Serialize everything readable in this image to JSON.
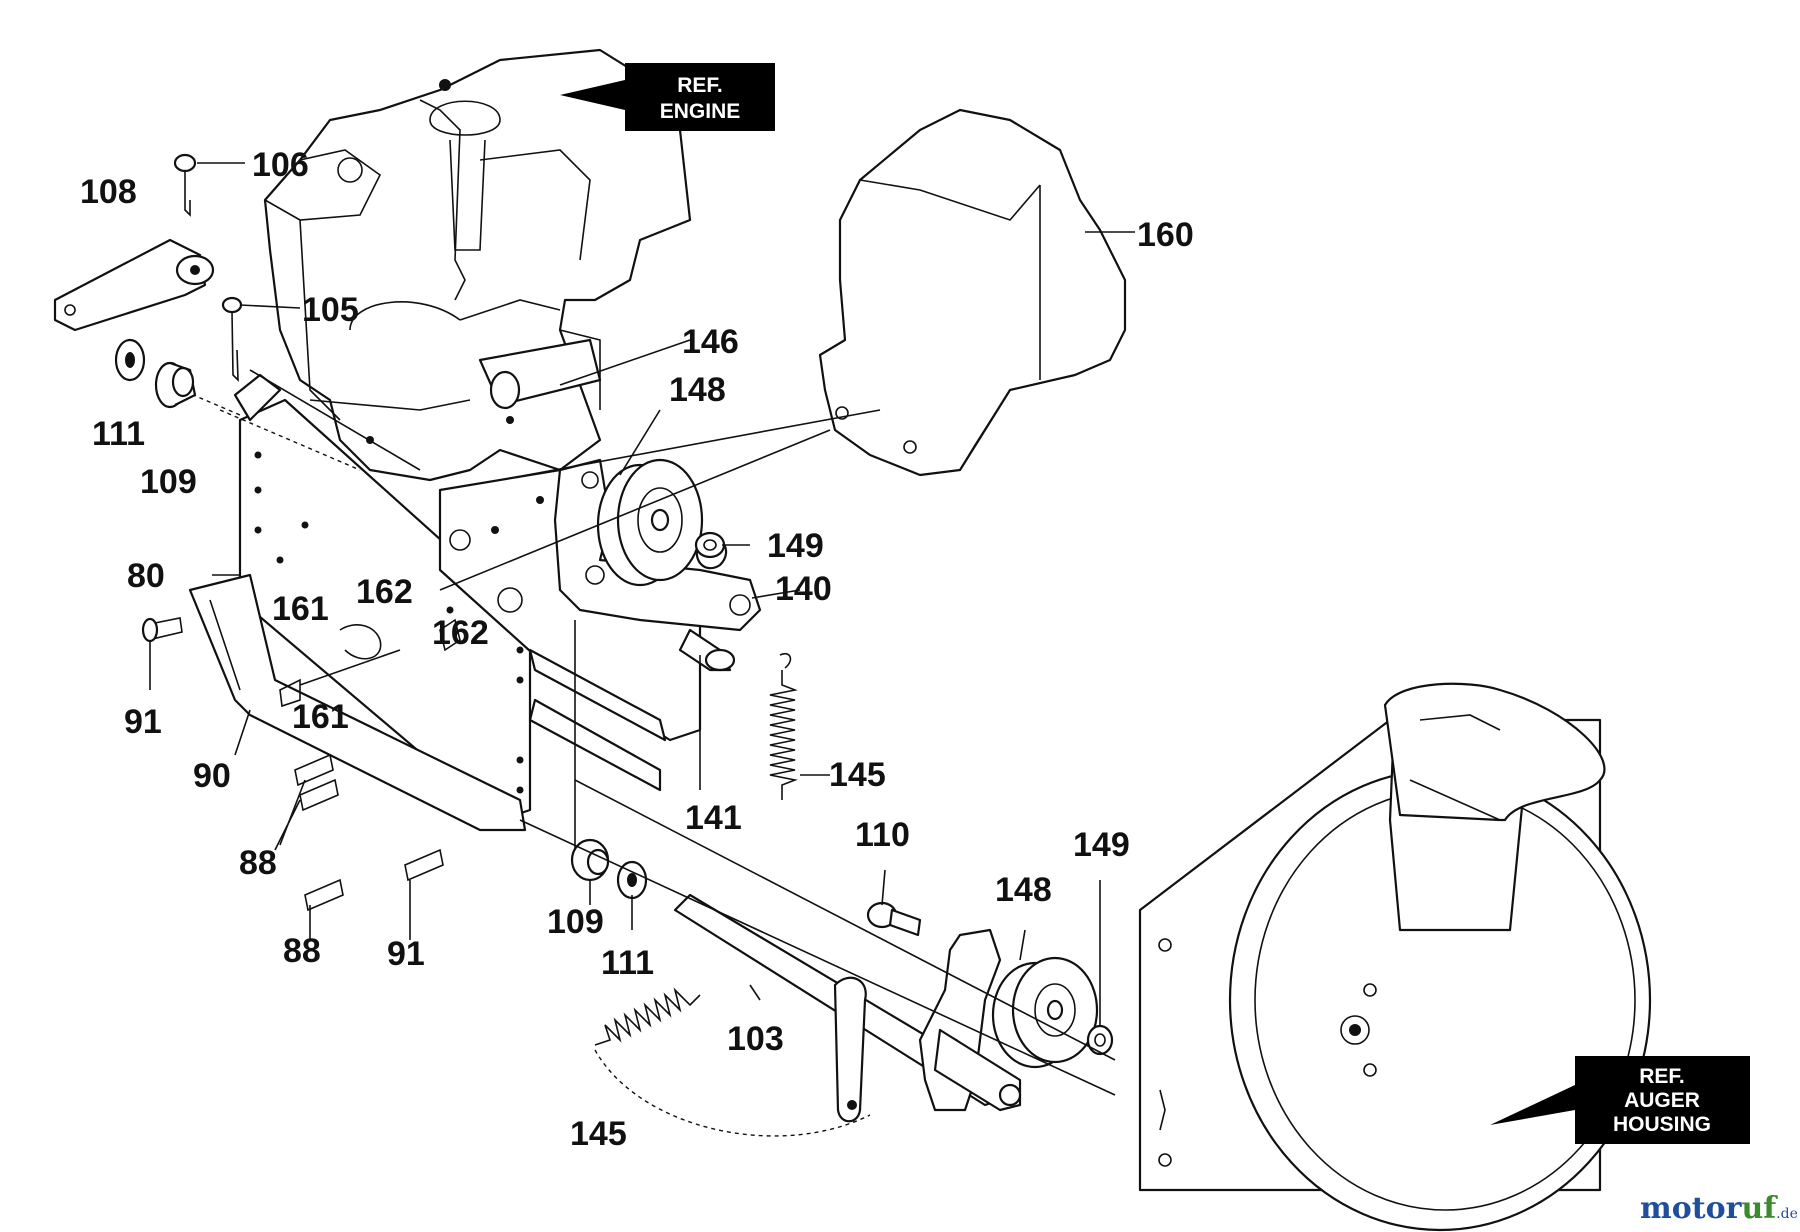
{
  "diagram": {
    "labels": {
      "p106": "106",
      "p108": "108",
      "p105": "105",
      "p146": "146",
      "p148a": "148",
      "p111a": "111",
      "p109a": "109",
      "p160": "160",
      "p149a": "149",
      "p80": "80",
      "p140": "140",
      "p161a": "161",
      "p162a": "162",
      "p162b": "162",
      "p91a": "91",
      "p161b": "161",
      "p90": "90",
      "p145a": "145",
      "p141": "141",
      "p88a": "88",
      "p110": "110",
      "p149b": "149",
      "p148b": "148",
      "p109b": "109",
      "p88b": "88",
      "p91b": "91",
      "p111b": "111",
      "p103": "103",
      "p145b": "145"
    },
    "ref_engine": {
      "line1": "REF.",
      "line2": "ENGINE"
    },
    "ref_auger": {
      "line1": "REF.",
      "line2": "AUGER",
      "line3": "HOUSING"
    },
    "watermark": {
      "part1": "motor",
      "part2": "uf",
      "suffix": ".de"
    },
    "colors": {
      "line": "#111111",
      "watermark_blue": "#1f4e9e",
      "watermark_green": "#3c8a2e",
      "label_box": "#000000"
    }
  }
}
